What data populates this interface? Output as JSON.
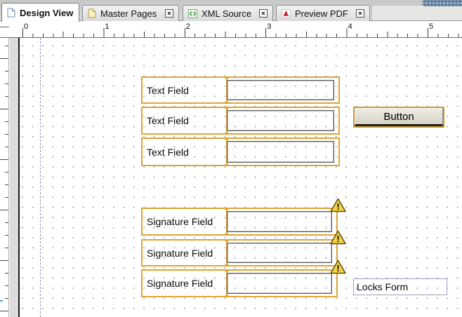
{
  "tab_bar": {
    "close_glyph": "×",
    "tabs": [
      {
        "label": "Design View",
        "icon": "document-page-icon",
        "active": true,
        "closable": false
      },
      {
        "label": "Master Pages",
        "icon": "master-page-icon",
        "active": false,
        "closable": true
      },
      {
        "label": "XML Source",
        "icon": "xml-code-icon",
        "active": false,
        "closable": true
      },
      {
        "label": "Preview PDF",
        "icon": "pdf-icon",
        "active": false,
        "closable": true
      }
    ]
  },
  "ruler": {
    "units": "inches",
    "horizontal_labels": [
      "0",
      "1",
      "2",
      "3",
      "4",
      "5"
    ]
  },
  "canvas": {
    "text_fields": [
      {
        "label": "Text Field"
      },
      {
        "label": "Text Field"
      },
      {
        "label": "Text Field"
      }
    ],
    "signature_fields": [
      {
        "label": "Signature Field",
        "warning": true
      },
      {
        "label": "Signature Field",
        "warning": true
      },
      {
        "label": "Signature Field",
        "warning": true
      }
    ],
    "button": {
      "label": "Button"
    },
    "locks_form_text": {
      "label": "Locks Form"
    },
    "warning_glyph": "!"
  },
  "colors": {
    "field_selection_border": "#dfa433",
    "warning_fill": "#f5d24a",
    "locks_border": "#9ba0c9",
    "page_dot": "#9090aa",
    "page_edge": "#1a1a1a"
  }
}
